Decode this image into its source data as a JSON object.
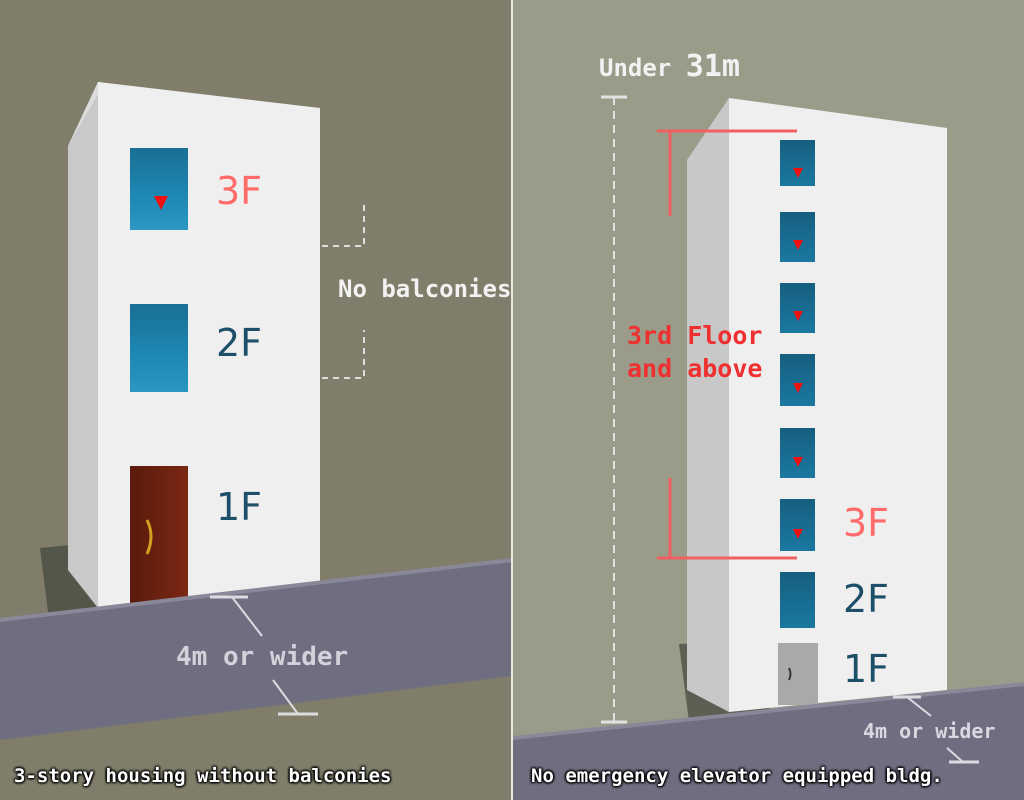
{
  "left_panel": {
    "floor_labels": [
      "3F",
      "2F",
      "1F"
    ],
    "balcony_note": "No balconies",
    "road_width": "4m or wider",
    "caption": "3-story housing without balconies"
  },
  "right_panel": {
    "height_prefix": "Under",
    "height_value": "31m",
    "floor_range": [
      "3rd Floor",
      "and above"
    ],
    "floor_labels": [
      "3F",
      "2F",
      "1F"
    ],
    "road_width": "4m or wider",
    "caption": "No emergency elevator equipped bldg."
  },
  "colors": {
    "highlight_red": "#f03030",
    "floor_label_highlight": "#ff6a6a",
    "floor_label": "#1d4f69",
    "window_blue": "#14688c",
    "door_brown": "#6b2010",
    "road": "#6f6d80"
  }
}
